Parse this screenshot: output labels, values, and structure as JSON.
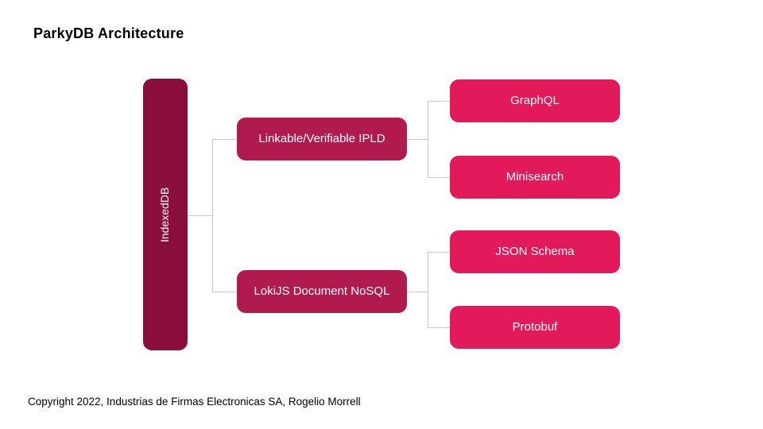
{
  "title": "ParkyDB Architecture",
  "footer": "Copyright 2022, Industrias de Firmas Electronicas SA, Rogelio Morrell",
  "colors": {
    "root_node": "#8A0E3C",
    "branch_node": "#B01A4E",
    "leaf_node": "#E2195B",
    "connector": "#C9C9C9",
    "node_text": "#FFFFFF",
    "title_text": "#000000"
  },
  "diagram": {
    "root": {
      "label": "IndexedDB"
    },
    "branches": [
      {
        "label": "Linkable/Verifiable IPLD",
        "children": [
          {
            "label": "GraphQL"
          },
          {
            "label": "Minisearch"
          }
        ]
      },
      {
        "label": "LokiJS Document NoSQL",
        "children": [
          {
            "label": "JSON Schema"
          },
          {
            "label": "Protobuf"
          }
        ]
      }
    ]
  }
}
